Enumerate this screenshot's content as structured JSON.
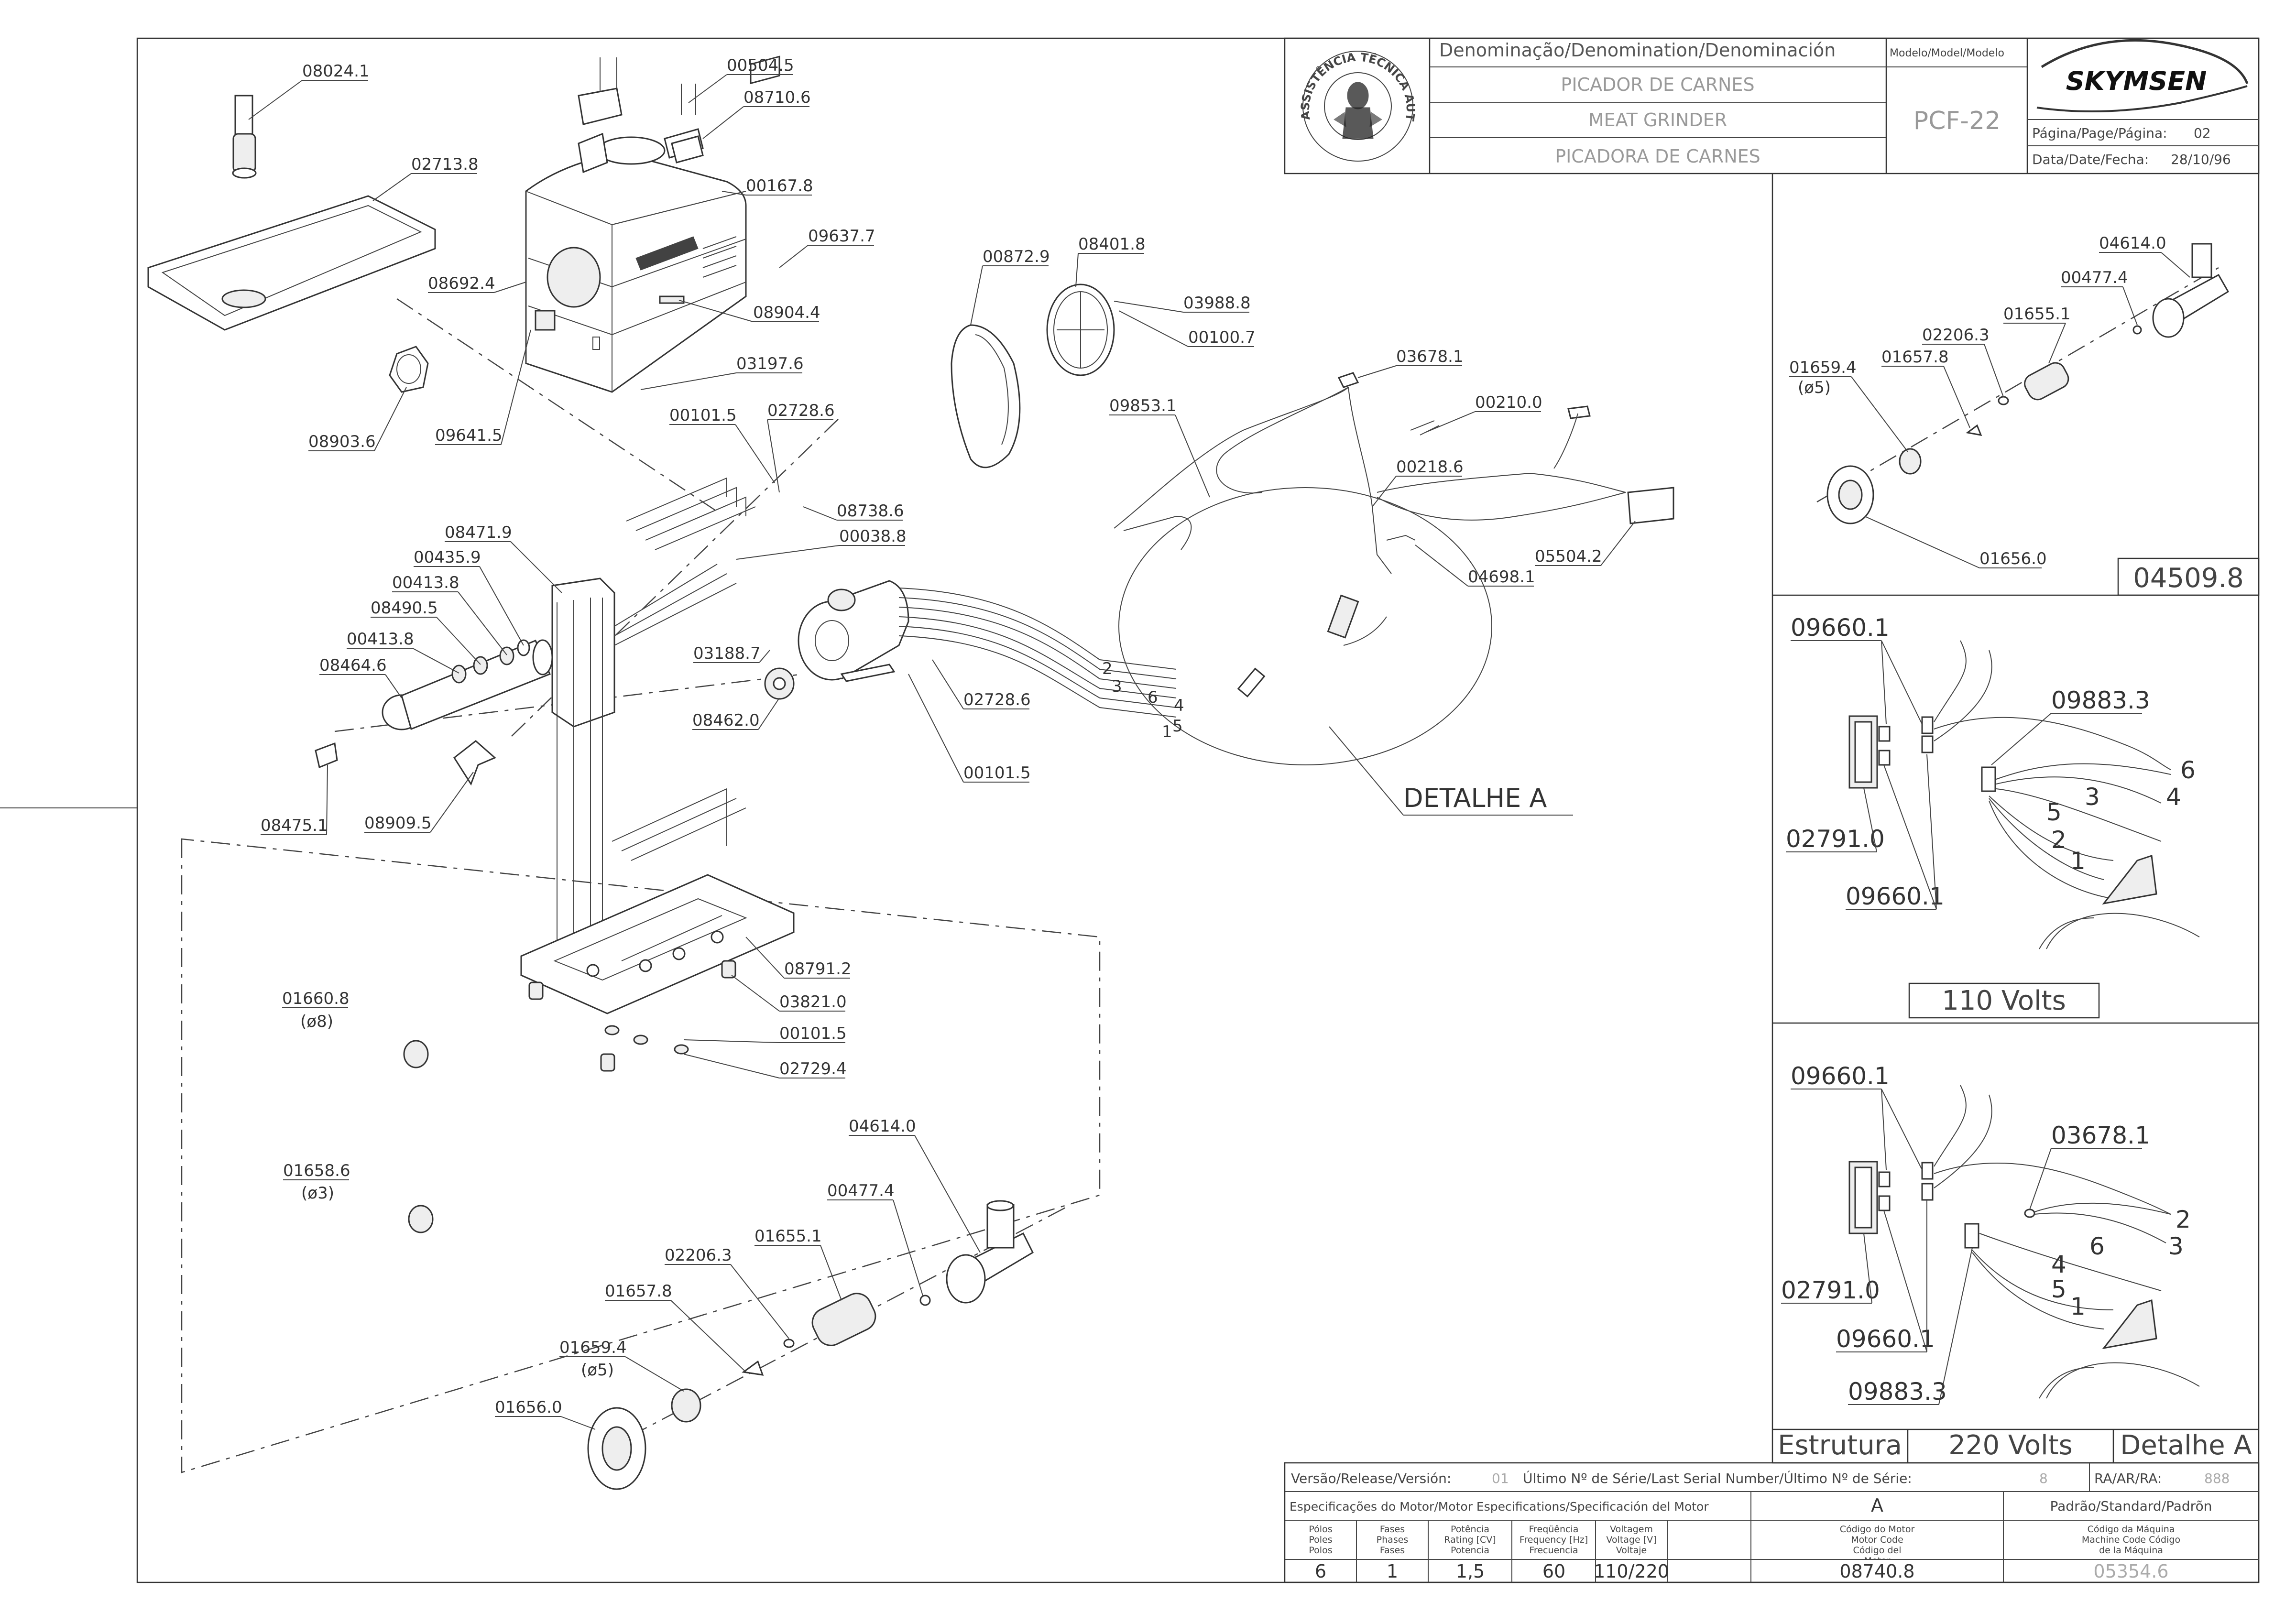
{
  "title_block": {
    "denomination_header": "Denominação/Denomination/Denominación",
    "model_header": "Modelo/Model/Modelo",
    "names": [
      "PICADOR DE CARNES",
      "MEAT GRINDER",
      "PICADORA DE CARNES"
    ],
    "model": "PCF-22",
    "brand": "SKYMSEN",
    "page_label": "Página/Page/Página:",
    "page_value": "02",
    "date_label": "Data/Date/Fecha:",
    "date_value": "28/10/96",
    "seal_text": "ASSISTÊNCIA TÉCNICA AUTORIZADA"
  },
  "detail_codes": {
    "assembly": "04509.8"
  },
  "panels": {
    "v110": "110 Volts",
    "v220": "220 Volts",
    "estrutura": "Estrutura",
    "detalhe_a": "Detalhe A",
    "detalhe_label": "DETALHE A"
  },
  "main_parts": {
    "p1": "08024.1",
    "p2": "02713.8",
    "p3": "08692.4",
    "p4": "08903.6",
    "p5": "09641.5",
    "p6": "00504.5",
    "p7": "08710.6",
    "p8": "00167.8",
    "p9": "09637.7",
    "p10": "08904.4",
    "p11": "03197.6",
    "p12": "00872.9",
    "p13": "08401.8",
    "p14": "03988.8",
    "p15": "00100.7",
    "p16": "03678.1",
    "p17": "00210.0",
    "p18": "09853.1",
    "p19": "00218.6",
    "p20": "05504.2",
    "p21": "04698.1",
    "p22": "00101.5",
    "p23": "02728.6",
    "p24": "08738.6",
    "p25": "00038.8",
    "p26": "08471.9",
    "p27": "00435.9",
    "p28": "00413.8",
    "p29": "08490.5",
    "p30": "00413.8",
    "p31": "08464.6",
    "p32": "03188.7",
    "p33": "08462.0",
    "p34": "02728.6",
    "p35": "00101.5",
    "p36": "08475.1",
    "p37": "08909.5",
    "p38": "08791.2",
    "p39": "03821.0",
    "p40": "00101.5",
    "p41": "02729.4",
    "p42": "01660.8",
    "p43": "(ø8)",
    "p44": "01658.6",
    "p45": "(ø3)",
    "p46": "04614.0",
    "p47": "00477.4",
    "p48": "01655.1",
    "p49": "02206.3",
    "p50": "01657.8",
    "p51": "01659.4",
    "p52": "(ø5)",
    "p53": "01656.0"
  },
  "right_top_parts": {
    "a": "04614.0",
    "b": "00477.4",
    "c": "01655.1",
    "d": "02206.3",
    "e": "01657.8",
    "f": "01659.4",
    "g": "(ø5)",
    "h": "01656.0"
  },
  "v110_parts": {
    "a": "09660.1",
    "b": "09883.3",
    "c": "02791.0",
    "d": "09660.1"
  },
  "v220_parts": {
    "a": "09660.1",
    "b": "03678.1",
    "c": "02791.0",
    "d": "09660.1",
    "e": "09883.3"
  },
  "wire_numbers": [
    "2",
    "3",
    "6",
    "4",
    "5",
    "1"
  ],
  "bottom_table": {
    "release_label": "Versão/Release/Versión:",
    "release_value": "01",
    "serial_label": "Último Nº de Série/Last Serial Number/Último Nº de Série:",
    "serial_value": "8",
    "ra_label": "RA/AR/RA:",
    "ra_value": "888",
    "motor_spec_label": "Especificações do Motor/Motor Especifications/Specificación del Motor",
    "motor_version": "A",
    "standard_label": "Padrão/Standard/Padrõn",
    "col_poles": "Pólos Poles Polos",
    "col_phases": "Fases Phases Fases",
    "col_power": "Potência Rating [CV] Potencia",
    "col_freq": "Freqüência Frequency [Hz] Frecuencia",
    "col_voltage": "Voltagem Voltage [V] Voltaje",
    "col_motor_code": "Código do Motor Motor Code Código del Motor",
    "col_machine_code": "Código da Máquina Machine Code Código de la Máquina",
    "poles": "6",
    "phases": "1",
    "power": "1,5",
    "frequency": "60",
    "voltage": "110/220",
    "motor_code": "08740.8",
    "machine_code": "05354.6"
  }
}
